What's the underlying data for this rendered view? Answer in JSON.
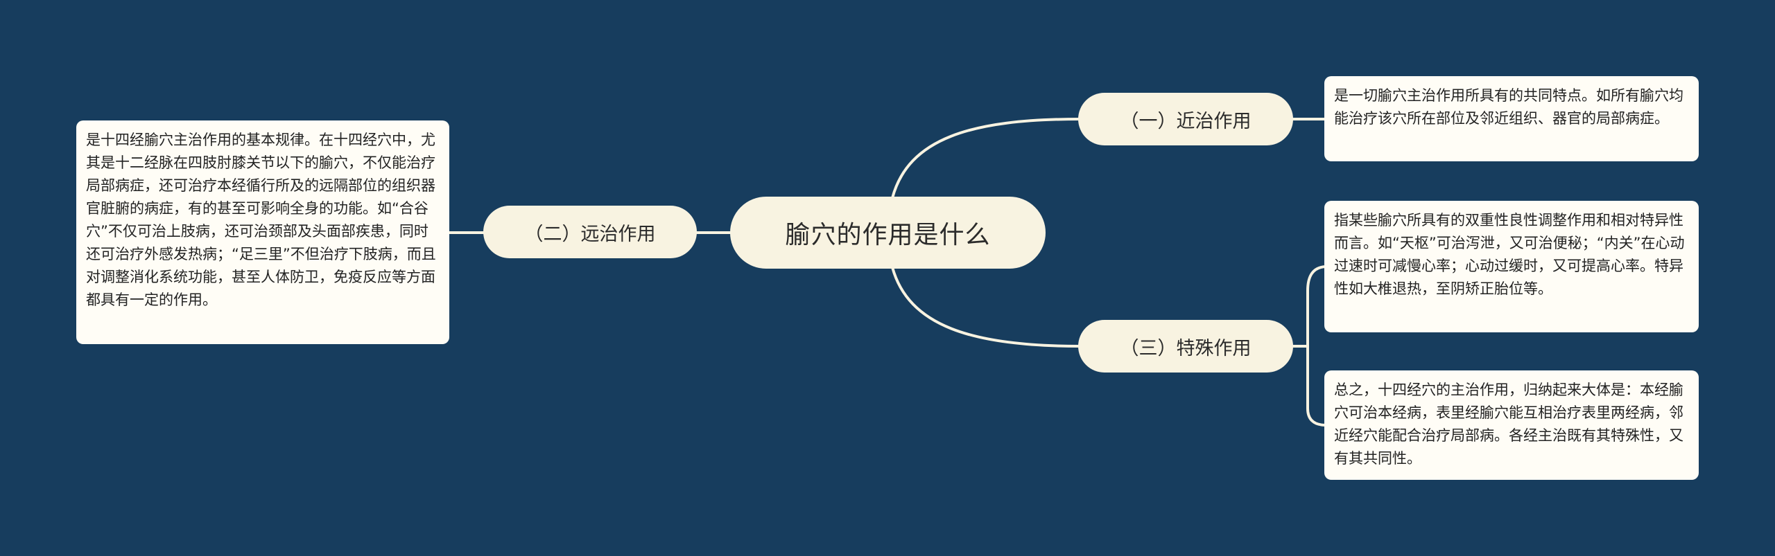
{
  "theme": {
    "background": "#173d5e",
    "node_fill": "#f8f3e1",
    "leaf_fill": "#fffdf6",
    "line_color": "#f8f3e1",
    "text_color": "#2b2b2b"
  },
  "root": {
    "label": "腧穴的作用是什么"
  },
  "branches": [
    {
      "id": "b1",
      "label": "（一）近治作用",
      "side": "right",
      "leaves": [
        "是一切腧穴主治作用所具有的共同特点。如所有腧穴均能治疗该穴所在部位及邻近组织、器官的局部病症。"
      ]
    },
    {
      "id": "b2",
      "label": "（二）远治作用",
      "side": "left",
      "leaves": [
        "是十四经腧穴主治作用的基本规律。在十四经穴中，尤其是十二经脉在四肢肘膝关节以下的腧穴，不仅能治疗局部病症，还可治疗本经循行所及的远隔部位的组织器官脏腑的病症，有的甚至可影响全身的功能。如“合谷穴”不仅可治上肢病，还可治颈部及头面部疾患，同时还可治疗外感发热病；“足三里”不但治疗下肢病，而且对调整消化系统功能，甚至人体防卫，免疫反应等方面都具有一定的作用。"
      ]
    },
    {
      "id": "b3",
      "label": "（三）特殊作用",
      "side": "right",
      "leaves": [
        "指某些腧穴所具有的双重性良性调整作用和相对特异性而言。如“天枢”可治泻泄，又可治便秘；“内关”在心动过速时可减慢心率；心动过缓时，又可提高心率。特异性如大椎退热，至阴矫正胎位等。",
        "总之，十四经穴的主治作用，归纳起来大体是：本经腧穴可治本经病，表里经腧穴能互相治疗表里两经病，邻近经穴能配合治疗局部病。各经主治既有其特殊性，又有其共同性。"
      ]
    }
  ]
}
